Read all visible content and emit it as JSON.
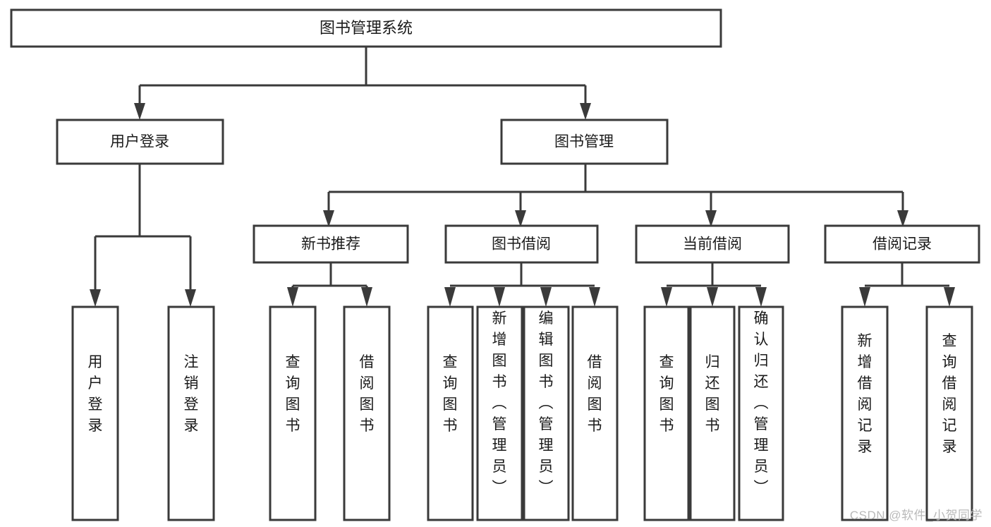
{
  "diagram": {
    "title": "图书管理系统",
    "watermark": "CSDN @软件_小贺同学",
    "colors": {
      "background": "#ffffff",
      "box_fill": "#ffffff",
      "stroke": "#3a3a3a",
      "text": "#1a1a1a",
      "watermark": "#b9b9b9"
    },
    "root": {
      "label": "图书管理系统"
    },
    "level2": [
      {
        "id": "user-login",
        "label": "用户登录"
      },
      {
        "id": "book-management",
        "label": "图书管理"
      }
    ],
    "level3": [
      {
        "id": "new-book-recommend",
        "label": "新书推荐"
      },
      {
        "id": "book-borrow",
        "label": "图书借阅"
      },
      {
        "id": "current-borrow",
        "label": "当前借阅"
      },
      {
        "id": "borrow-record",
        "label": "借阅记录"
      }
    ],
    "leaves": {
      "user-login": [
        {
          "id": "leaf-user-login",
          "label": "用户登录"
        },
        {
          "id": "leaf-logout",
          "label": "注销登录"
        }
      ],
      "new-book-recommend": [
        {
          "id": "leaf-query-book-1",
          "label": "查询图书"
        },
        {
          "id": "leaf-borrow-book-1",
          "label": "借阅图书"
        }
      ],
      "book-borrow": [
        {
          "id": "leaf-query-book-2",
          "label": "查询图书"
        },
        {
          "id": "leaf-add-book",
          "label": "新增图书（管理员）"
        },
        {
          "id": "leaf-edit-book",
          "label": "编辑图书（管理员）"
        },
        {
          "id": "leaf-borrow-book-2",
          "label": "借阅图书"
        }
      ],
      "current-borrow": [
        {
          "id": "leaf-query-book-3",
          "label": "查询图书"
        },
        {
          "id": "leaf-return-book",
          "label": "归还图书"
        },
        {
          "id": "leaf-confirm-return",
          "label": "确认归还（管理员）"
        }
      ],
      "borrow-record": [
        {
          "id": "leaf-add-record",
          "label": "新增借阅记录"
        },
        {
          "id": "leaf-query-record",
          "label": "查询借阅记录"
        }
      ]
    }
  }
}
